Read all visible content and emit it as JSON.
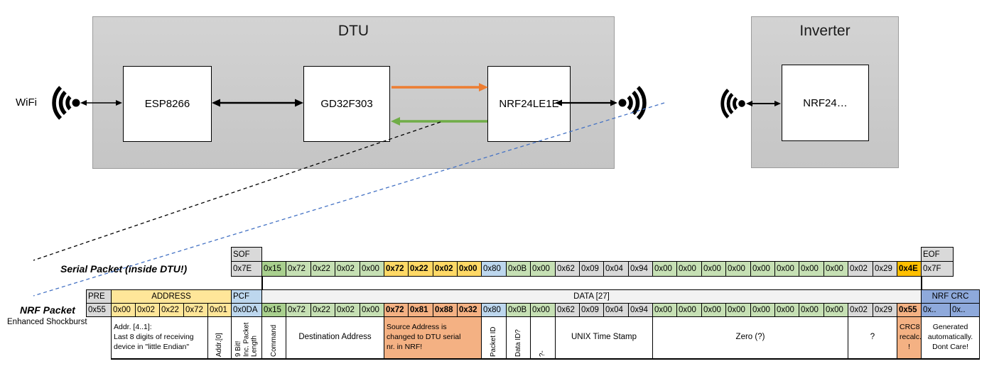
{
  "diagram": {
    "wifi_label": "WiFi",
    "dtu_title": "DTU",
    "esp_label": "ESP8266",
    "gd_label": "GD32F303",
    "nrf_label": "NRF24LE1E",
    "inverter_title": "Inverter",
    "inverter_nrf_label": "NRF24…"
  },
  "colors": {
    "orange": "#ED7D31",
    "green": "#70AD47",
    "blue_dash": "#4472C4",
    "black": "#000000"
  },
  "palette": {
    "gray": "#D9D9D9",
    "yellow": "#FFE699",
    "blue": "#BDD7EE",
    "bluemed": "#8EA9DB",
    "gdark": "#A9D08E",
    "glight": "#C6E0B4",
    "gold": "#FFD966",
    "orange": "#FFC000",
    "salmon": "#F4B183",
    "dhead": "#F2F2F2",
    "white": "#FFFFFF"
  },
  "serial_packet": {
    "label": "Serial Packet (inside DTU!)",
    "headers": [
      {
        "t": "SOF",
        "col": 0,
        "span": 1,
        "c": "gray"
      },
      {
        "t": "EOF",
        "col": 28,
        "span": 1,
        "c": "gray"
      }
    ],
    "cells": [
      {
        "t": "0x7E",
        "c": "gray"
      },
      {
        "t": "0x15",
        "c": "gdark"
      },
      {
        "t": "0x72",
        "c": "glight"
      },
      {
        "t": "0x22",
        "c": "glight"
      },
      {
        "t": "0x02",
        "c": "glight"
      },
      {
        "t": "0x00",
        "c": "glight"
      },
      {
        "t": "0x72",
        "c": "gold",
        "b": 1
      },
      {
        "t": "0x22",
        "c": "gold",
        "b": 1
      },
      {
        "t": "0x02",
        "c": "gold",
        "b": 1
      },
      {
        "t": "0x00",
        "c": "gold",
        "b": 1
      },
      {
        "t": "0x80",
        "c": "blue"
      },
      {
        "t": "0x0B",
        "c": "glight"
      },
      {
        "t": "0x00",
        "c": "glight"
      },
      {
        "t": "0x62",
        "c": "gray"
      },
      {
        "t": "0x09",
        "c": "gray"
      },
      {
        "t": "0x04",
        "c": "gray"
      },
      {
        "t": "0x94",
        "c": "gray"
      },
      {
        "t": "0x00",
        "c": "glight"
      },
      {
        "t": "0x00",
        "c": "glight"
      },
      {
        "t": "0x00",
        "c": "glight"
      },
      {
        "t": "0x00",
        "c": "glight"
      },
      {
        "t": "0x00",
        "c": "glight"
      },
      {
        "t": "0x00",
        "c": "glight"
      },
      {
        "t": "0x00",
        "c": "glight"
      },
      {
        "t": "0x00",
        "c": "glight"
      },
      {
        "t": "0x02",
        "c": "gray"
      },
      {
        "t": "0x29",
        "c": "gray"
      },
      {
        "t": "0x4E",
        "c": "orange",
        "b": 1
      },
      {
        "t": "0x7F",
        "c": "gray"
      }
    ]
  },
  "nrf_packet": {
    "label": "NRF Packet",
    "sublabel": "Enhanced Shockburst",
    "headers": [
      {
        "t": "PRE",
        "col": 0,
        "span": 1,
        "c": "gray"
      },
      {
        "t": "ADDRESS",
        "col": 1,
        "span": 5,
        "c": "yellow",
        "ctr": 1
      },
      {
        "t": "PCF",
        "col": 6,
        "span": 1,
        "c": "blue"
      },
      {
        "t": "DATA [27]",
        "col": 7,
        "span": 27,
        "c": "dhead",
        "ctr": 1
      },
      {
        "t": "NRF CRC",
        "col": 34,
        "span": 2,
        "c": "bluemed",
        "ctr": 1
      }
    ],
    "cells": [
      {
        "t": "0x55",
        "c": "gray"
      },
      {
        "t": "0x00",
        "c": "yellow"
      },
      {
        "t": "0x02",
        "c": "yellow"
      },
      {
        "t": "0x22",
        "c": "yellow"
      },
      {
        "t": "0x72",
        "c": "yellow"
      },
      {
        "t": "0x01",
        "c": "yellow"
      },
      {
        "t": "0x0DA",
        "c": "blue"
      },
      {
        "t": "0x15",
        "c": "gdark"
      },
      {
        "t": "0x72",
        "c": "glight"
      },
      {
        "t": "0x22",
        "c": "glight"
      },
      {
        "t": "0x02",
        "c": "glight"
      },
      {
        "t": "0x00",
        "c": "glight"
      },
      {
        "t": "0x72",
        "c": "salmon",
        "b": 1
      },
      {
        "t": "0x81",
        "c": "salmon",
        "b": 1
      },
      {
        "t": "0x88",
        "c": "salmon",
        "b": 1
      },
      {
        "t": "0x32",
        "c": "salmon",
        "b": 1
      },
      {
        "t": "0x80",
        "c": "blue"
      },
      {
        "t": "0x0B",
        "c": "glight"
      },
      {
        "t": "0x00",
        "c": "glight"
      },
      {
        "t": "0x62",
        "c": "gray"
      },
      {
        "t": "0x09",
        "c": "gray"
      },
      {
        "t": "0x04",
        "c": "gray"
      },
      {
        "t": "0x94",
        "c": "gray"
      },
      {
        "t": "0x00",
        "c": "glight"
      },
      {
        "t": "0x00",
        "c": "glight"
      },
      {
        "t": "0x00",
        "c": "glight"
      },
      {
        "t": "0x00",
        "c": "glight"
      },
      {
        "t": "0x00",
        "c": "glight"
      },
      {
        "t": "0x00",
        "c": "glight"
      },
      {
        "t": "0x00",
        "c": "glight"
      },
      {
        "t": "0x00",
        "c": "glight"
      },
      {
        "t": "0x02",
        "c": "gray"
      },
      {
        "t": "0x29",
        "c": "gray"
      },
      {
        "t": "0x55",
        "c": "salmon",
        "b": 1
      },
      {
        "t": "0x..",
        "c": "bluemed"
      },
      {
        "t": "0x..",
        "c": "bluemed"
      }
    ],
    "annotations": [
      {
        "t": "Addr. [4..1]:\nLast 8 digits of receiving\ndevice in \"little Endian\"",
        "col": 1,
        "span": 4,
        "c": "white"
      },
      {
        "t": "Addr.[0]",
        "col": 5,
        "span": 1,
        "c": "white",
        "v": 1
      },
      {
        "t": "9 Bit!\nInc. Packet\nLength",
        "col": 6,
        "span": 1,
        "c": "white",
        "v": 1
      },
      {
        "t": "Command",
        "col": 7,
        "span": 1,
        "c": "white",
        "v": 1
      },
      {
        "t": "Destination Address",
        "col": 8,
        "span": 4,
        "c": "white",
        "ctr": 1,
        "big": 1
      },
      {
        "t": "Source Address is\nchanged to DTU serial\nnr. in NRF!",
        "col": 12,
        "span": 4,
        "c": "salmon"
      },
      {
        "t": "Packet ID",
        "col": 16,
        "span": 1,
        "c": "white",
        "v": 1
      },
      {
        "t": "Data ID?",
        "col": 17,
        "span": 1,
        "c": "white",
        "v": 1
      },
      {
        "t": "?-",
        "col": 18,
        "span": 1,
        "c": "white",
        "v": 1
      },
      {
        "t": "UNIX Time Stamp",
        "col": 19,
        "span": 4,
        "c": "white",
        "ctr": 1,
        "big": 1
      },
      {
        "t": "Zero (?)",
        "col": 23,
        "span": 8,
        "c": "white",
        "ctr": 1,
        "big": 1
      },
      {
        "t": "?",
        "col": 31,
        "span": 2,
        "c": "white",
        "ctr": 1,
        "big": 1
      },
      {
        "t": "CRC8\nrecalc.\n!",
        "col": 33,
        "span": 1,
        "c": "salmon",
        "ctr": 1
      },
      {
        "t": "Generated\nautomatically.\nDont Care!",
        "col": 34,
        "span": 2,
        "c": "white",
        "ctr": 1
      }
    ]
  }
}
